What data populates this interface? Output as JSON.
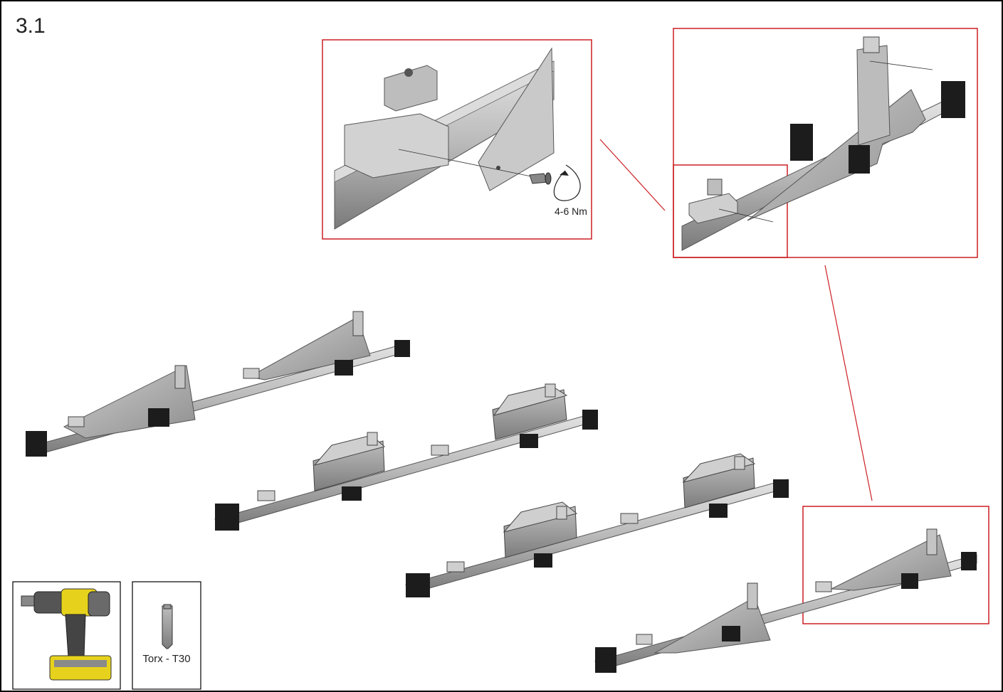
{
  "step_number": "3.1",
  "callouts": {
    "torque_label": "4-6 Nm"
  },
  "tools": {
    "bit_label": "Torx - T30"
  },
  "colors": {
    "callout_frame": "#cc1f24",
    "metal_light": "#d8d8d8",
    "metal_mid": "#a9a9a9",
    "metal_dark": "#6e6e6e",
    "rubber": "#1c1c1c",
    "drill_yellow": "#e6d21c"
  }
}
